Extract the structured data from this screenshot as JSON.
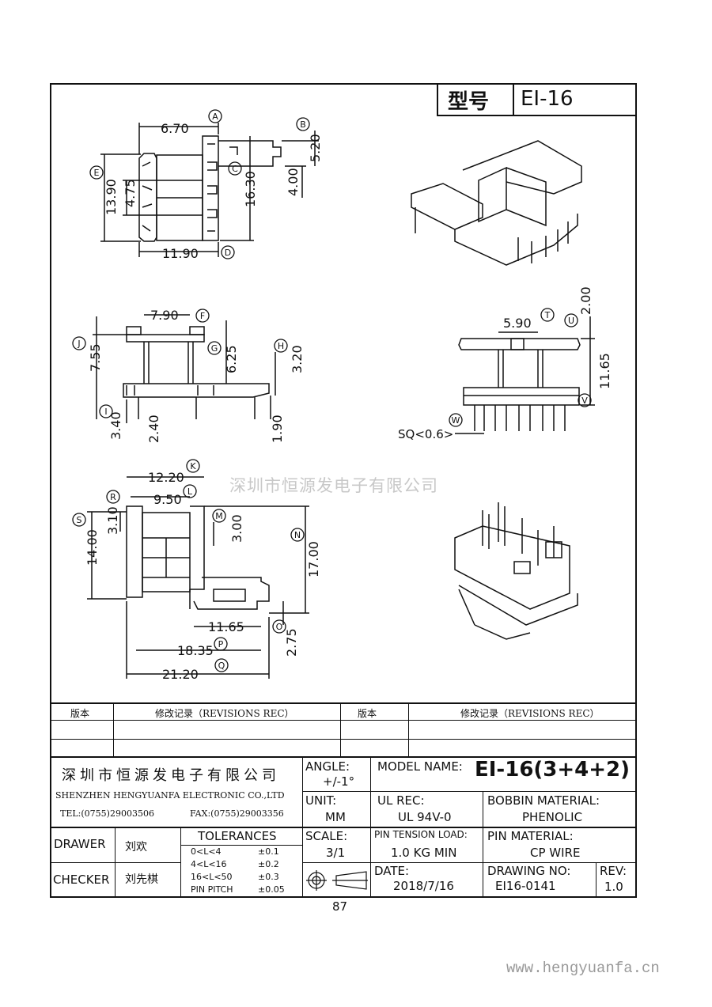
{
  "header": {
    "model_label": "型号",
    "model_value": "EI-16"
  },
  "views": {
    "top": {
      "dims": [
        "6.70",
        "5.20",
        "4.00",
        "16.30",
        "13.90",
        "4.75",
        "11.90"
      ],
      "tags": [
        "A",
        "B",
        "C",
        "D",
        "E"
      ]
    },
    "side": {
      "dims": [
        "7.90",
        "7.55",
        "6.25",
        "3.20",
        "3.40",
        "2.40",
        "1.90"
      ],
      "tags": [
        "F",
        "G",
        "H",
        "I",
        "J"
      ]
    },
    "front": {
      "dims": [
        "5.90",
        "2.00",
        "11.65"
      ],
      "tags": [
        "T",
        "U",
        "V",
        "W"
      ],
      "sq_note": "SQ<0.6>"
    },
    "bottom": {
      "dims": [
        "12.20",
        "9.50",
        "3.10",
        "14.00",
        "3.00",
        "17.00",
        "11.65",
        "2.75",
        "18.35",
        "21.20"
      ],
      "tags": [
        "K",
        "L",
        "M",
        "N",
        "O",
        "P",
        "Q",
        "R",
        "S"
      ]
    }
  },
  "company_watermark": "深圳市恒源发电子有限公司",
  "revisions": {
    "col1": "版本",
    "col2": "修改记录（REVISIONS REC）",
    "col3": "版本",
    "col4": "修改记录（REVISIONS REC）"
  },
  "title_block": {
    "company_cn": "深圳市恒源发电子有限公司",
    "company_en": "SHENZHEN HENGYUANFA ELECTRONIC CO.,LTD",
    "tel": "TEL:(0755)29003506",
    "fax": "FAX:(0755)29003356",
    "angle_label": "ANGLE:",
    "angle_value": "+/-1°",
    "model_name_label": "MODEL NAME:",
    "model_name_value": "EI-16(3+4+2)",
    "unit_label": "UNIT:",
    "unit_value": "MM",
    "ul_label": "UL REC:",
    "ul_value": "UL 94V-0",
    "bobbin_label": "BOBBIN MATERIAL:",
    "bobbin_value": "PHENOLIC",
    "drawer_label": "DRAWER",
    "drawer_value": "刘欢",
    "checker_label": "CHECKER",
    "checker_value": "刘先棋",
    "tolerances_label": "TOLERANCES",
    "tolerances": [
      {
        "range": "0<L<4",
        "tol": "±0.1"
      },
      {
        "range": "4<L<16",
        "tol": "±0.2"
      },
      {
        "range": "16<L<50",
        "tol": "±0.3"
      },
      {
        "range": "PIN PITCH",
        "tol": "±0.05"
      }
    ],
    "scale_label": "SCALE:",
    "scale_value": "3/1",
    "pin_tension_label": "PIN TENSION LOAD:",
    "pin_tension_value": "1.0 KG MIN",
    "pin_material_label": "PIN MATERIAL:",
    "pin_material_value": "CP WIRE",
    "date_label": "DATE:",
    "date_value": "2018/7/16",
    "drawing_no_label": "DRAWING NO:",
    "drawing_no_value": "EI16-0141",
    "rev_label": "REV:",
    "rev_value": "1.0"
  },
  "page_number": "87",
  "footer_url": "www.hengyuanfa.cn"
}
